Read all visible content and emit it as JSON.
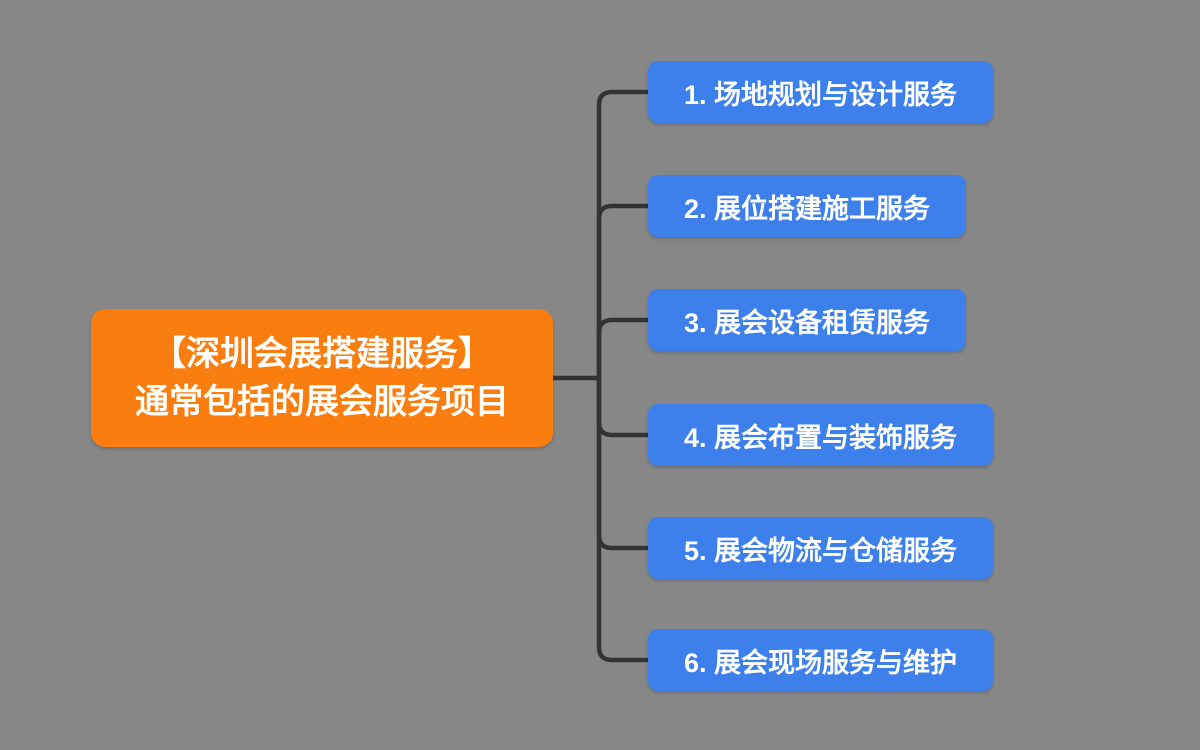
{
  "colors": {
    "background": "#878787",
    "connector": "#333333",
    "root_bg": "#fa7d0f",
    "branch_bg": "#3d80eb",
    "text": "#ffffff"
  },
  "root_topic": {
    "line1": "【深圳会展搭建服务】",
    "line2": "通常包括的展会服务项目"
  },
  "branches": [
    {
      "label": "1. 场地规划与设计服务"
    },
    {
      "label": "2. 展位搭建施工服务"
    },
    {
      "label": "3. 展会设备租赁服务"
    },
    {
      "label": "4. 展会布置与装饰服务"
    },
    {
      "label": "5. 展会物流与仓储服务"
    },
    {
      "label": "6. 展会现场服务与维护"
    }
  ]
}
